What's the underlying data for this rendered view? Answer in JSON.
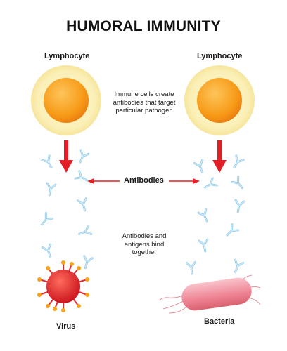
{
  "title": "HUMORAL IMMUNITY",
  "labels": {
    "lymphocyte_left": "Lymphocyte",
    "lymphocyte_right": "Lymphocyte",
    "antibodies": "Antibodies",
    "virus": "Virus",
    "bacteria": "Bacteria"
  },
  "notes": {
    "immune_cells": [
      "Immune cells create",
      "antibodies that target",
      "particular pathogen"
    ],
    "bind": [
      "Antibodies and",
      "antigens bind",
      "together"
    ]
  },
  "side_id": "1255969277",
  "colors": {
    "cell_halo": "#fbf0b8",
    "cell_nucleus": "#f7a21b",
    "arrow": "#e21f26",
    "antibody": "#9fd0ea",
    "virus": "#e8262b",
    "bacteria": "#f08c98"
  }
}
